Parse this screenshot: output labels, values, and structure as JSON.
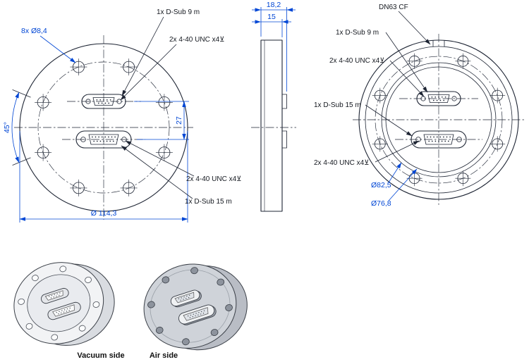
{
  "colors": {
    "geometry_line": "#1d2433",
    "annotation_blue": "#0046d5",
    "iso_face_light": "#f2f3f5",
    "iso_face_gray": "#cfd3d9"
  },
  "front_view": {
    "bolt_holes_label": "8x Ø8,4",
    "dsub9_label": "1x D-Sub 9 m",
    "unc_top_label": "2x 4-40 UNC x4⊻",
    "unc_bottom_label": "2x 4-40 UNC x4⊻",
    "dsub15_label": "1x D-Sub 15 m",
    "angle_dim": "45°",
    "spacing_dim": "27",
    "outer_diameter_dim": "Ø 114,3"
  },
  "side_view": {
    "overall_thickness_dim": "18,2",
    "flange_thickness_dim": "15"
  },
  "rear_view": {
    "flange_standard_label": "DN63 CF",
    "dsub9_label": "1x D-Sub 9 m",
    "unc_top_label": "2x 4-40 UNC x4⊻",
    "dsub15_label": "1x D-Sub 15 m",
    "unc_bottom_label": "2x 4-40 UNC x4⊻",
    "recess_diameter_dim": "Ø82,5",
    "bore_diameter_dim": "Ø76,8"
  },
  "iso_views": {
    "vacuum_side_label": "Vacuum side",
    "air_side_label": "Air side"
  }
}
